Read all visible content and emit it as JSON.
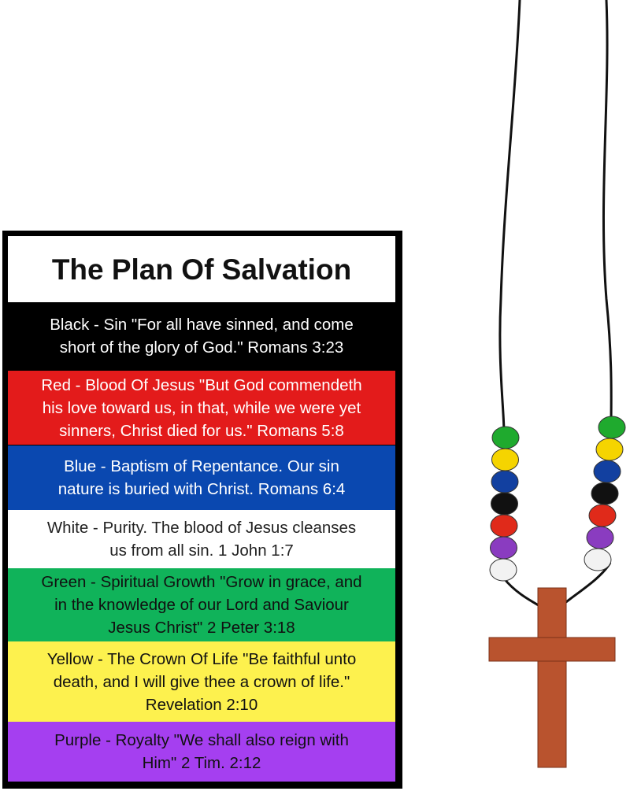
{
  "card": {
    "title": "The Plan Of Salvation",
    "sections": [
      {
        "color": "Black",
        "bg": "#000000",
        "fg": "#ffffff",
        "lines": [
          "Black - Sin \"For all have sinned, and come",
          "short of the glory of God.\"  Romans 3:23"
        ]
      },
      {
        "color": "Red",
        "bg": "#e31b1b",
        "fg": "#ffffff",
        "lines": [
          "Red - Blood Of Jesus \"But God commendeth",
          "his love toward us, in that, while we were yet",
          "sinners, Christ died for us.\"   Romans 5:8"
        ]
      },
      {
        "color": "Blue",
        "bg": "#0a48b0",
        "fg": "#ffffff",
        "lines": [
          "Blue - Baptism of Repentance. Our sin",
          "nature is buried with Christ.  Romans 6:4"
        ]
      },
      {
        "color": "White",
        "bg": "#ffffff",
        "fg": "#222222",
        "lines": [
          "White - Purity. The blood of Jesus cleanses",
          "us from all sin.  1 John 1:7"
        ]
      },
      {
        "color": "Green",
        "bg": "#10b35a",
        "fg": "#111111",
        "lines": [
          "Green - Spiritual Growth \"Grow in grace, and",
          "in the knowledge of our Lord and Saviour",
          "Jesus Christ\"  2 Peter 3:18"
        ]
      },
      {
        "color": "Yellow",
        "bg": "#fdf14e",
        "fg": "#111111",
        "lines": [
          "Yellow - The Crown Of Life  \"Be faithful unto",
          "death, and I will give thee a crown of life.\"",
          "Revelation 2:10"
        ]
      },
      {
        "color": "Purple",
        "bg": "#a53ff0",
        "fg": "#111111",
        "lines": [
          "Purple - Royalty  \"We shall also reign with",
          "Him\"  2 Tim. 2:12"
        ]
      }
    ]
  },
  "necklace": {
    "bead_colors": [
      "#1faa2e",
      "#f5d400",
      "#1240a0",
      "#111111",
      "#e02a1a",
      "#8a3cc0",
      "#f2f2f2"
    ],
    "cross_color": "#b9532e",
    "cord_color": "#111111"
  }
}
